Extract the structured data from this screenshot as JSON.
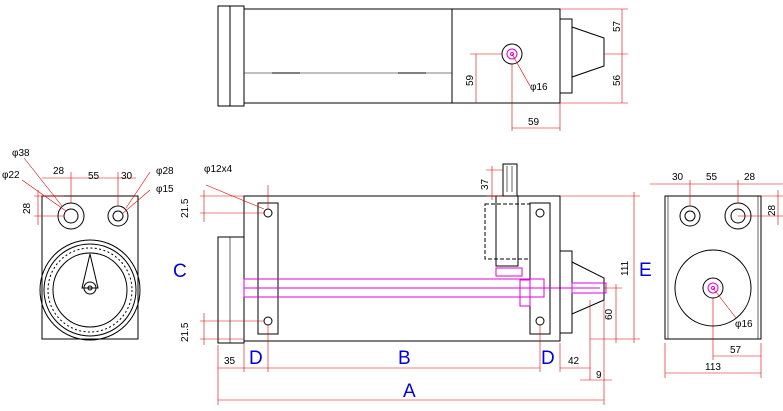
{
  "labels": {
    "big": {
      "A": "A",
      "B": "B",
      "C": "C",
      "D": "D",
      "E": "E"
    },
    "top": {
      "d57": "57",
      "d56": "56",
      "d59v": "59",
      "d59h": "59",
      "phi16": "φ16"
    },
    "left": {
      "phi38": "φ38",
      "phi22": "φ22",
      "d28a": "28",
      "d55": "55",
      "d30": "30",
      "phi28": "φ28",
      "phi15": "φ15",
      "d28v": "28"
    },
    "front": {
      "phi12x4": "φ12x4",
      "d37": "37",
      "d21_5a": "21.5",
      "d21_5b": "21.5",
      "d111": "111",
      "d60": "60",
      "d35": "35",
      "d42": "42",
      "d9": "9"
    },
    "right": {
      "d30": "30",
      "d55": "55",
      "d28": "28",
      "d28v": "28",
      "phi16": "φ16",
      "d57": "57",
      "d113": "113"
    }
  },
  "colors": {
    "outline": "#000000",
    "dimension": "#e00000",
    "shaft": "#e000e0",
    "letters": "#0000e0"
  }
}
